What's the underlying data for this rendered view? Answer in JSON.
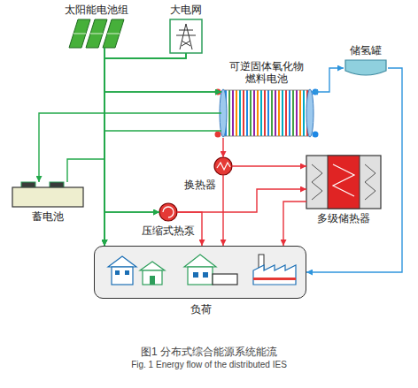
{
  "diagram": {
    "caption": "图1 分布式综合能源系统能流",
    "nodes": [
      {
        "text": [
          "太阳能电池组"
        ]
      },
      {
        "text": [
          "大电网"
        ]
      },
      {
        "text": [
          "可逆固体氧化物 燃料电池"
        ]
      },
      {
        "text": [
          "储氢罐"
        ]
      },
      {
        "text": [
          "蓄电池"
        ]
      },
      {
        "text": [
          "换热器"
        ]
      },
      {
        "text": [
          "多级储热器"
        ]
      },
      {
        "text": [
          "压缩式热泵"
        ]
      },
      {
        "text": [
          "负荷"
        ]
      }
    ],
    "edges": [
      {
        "from": 0,
        "to": 2,
        "arrow": "to"
      },
      {
        "from": 1,
        "to": 2,
        "arrow": "to"
      },
      {
        "from": 2,
        "to": 4,
        "arrow": "to"
      },
      {
        "from": 2,
        "to": 8,
        "arrow": "to"
      },
      {
        "from": 4,
        "to": 8,
        "arrow": "to"
      },
      {
        "from": 0,
        "to": 7,
        "arrow": "to"
      },
      {
        "from": 1,
        "to": 7,
        "arrow": "to"
      },
      {
        "from": 0,
        "to": 8,
        "arrow": "to"
      },
      {
        "from": 1,
        "to": 8,
        "arrow": "to"
      },
      {
        "from": 2,
        "to": 5,
        "arrow": "to"
      },
      {
        "from": 5,
        "to": 6,
        "arrow": "to"
      },
      {
        "from": 5,
        "to": 8,
        "arrow": "to"
      },
      {
        "from": 7,
        "to": 6,
        "arrow": "to"
      },
      {
        "from": 7,
        "to": 8,
        "arrow": "to"
      },
      {
        "from": 6,
        "to": 8,
        "arrow": "to"
      },
      {
        "from": 2,
        "to": 3,
        "arrow": "both"
      },
      {
        "from": 3,
        "to": 8,
        "arrow": "to"
      }
    ],
    "labels": [
      "Fig. 1 Energy flow of the distributed IES"
    ]
  }
}
